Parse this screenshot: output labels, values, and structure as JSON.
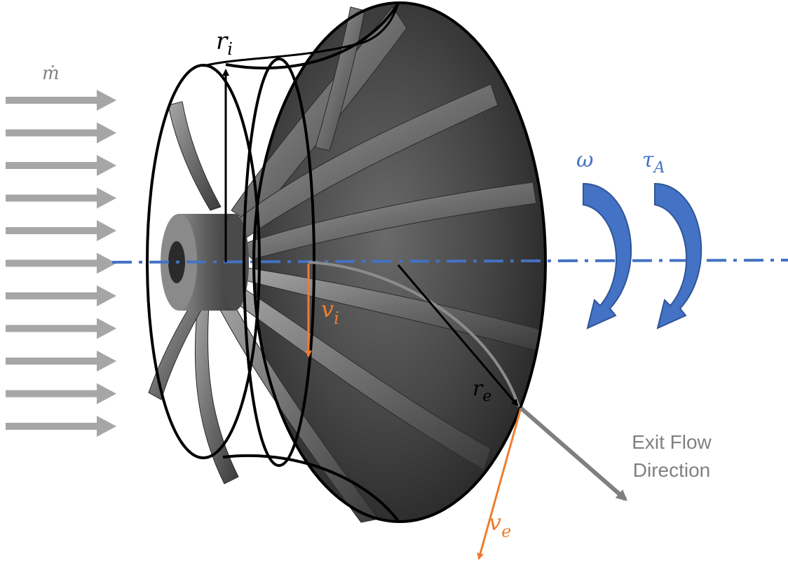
{
  "labels": {
    "mass_flow": "ṁ",
    "inlet_radius": {
      "base": "r",
      "sub": "i"
    },
    "exit_radius": {
      "base": "r",
      "sub": "e"
    },
    "inlet_velocity": {
      "base": "v",
      "sub": "i"
    },
    "exit_velocity": {
      "base": "v",
      "sub": "e"
    },
    "angular_velocity": "ω",
    "applied_torque": {
      "base": "τ",
      "sub": "A"
    },
    "exit_flow_line1": "Exit Flow",
    "exit_flow_line2": "Direction"
  },
  "colors": {
    "flow_arrow": "#a6a6a6",
    "axis": "#4472c4",
    "rotation": "#4472c4",
    "velocity": "#ed7d31",
    "outline": "#000000",
    "exit_flow": "#7f7f7f",
    "label_gray": "#808080",
    "impeller_dark": "#2e2e2e",
    "impeller_mid": "#5a5a5a",
    "impeller_light": "#9a9a9a"
  },
  "icons": {
    "inlet_flow": "right-arrow-icon",
    "rotation": "curved-arrow-icon"
  }
}
